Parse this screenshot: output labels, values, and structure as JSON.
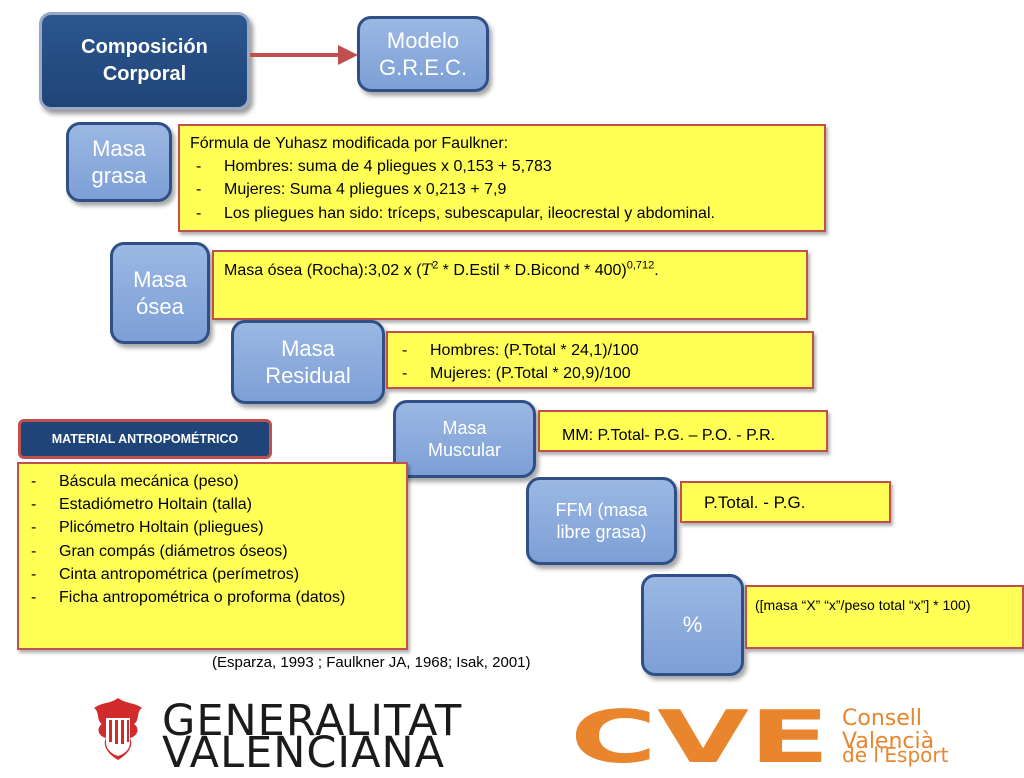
{
  "boxes": {
    "composicion": "Composición\nCorporal",
    "modelo": "Modelo\nG.R.E.C.",
    "masa_grasa": "Masa\ngrasa",
    "masa_osea": "Masa\nósea",
    "masa_residual": "Masa\nResidual",
    "masa_muscular": "Masa\nMuscular",
    "ffm": "FFM (masa\nlibre grasa)",
    "porcentaje": "%"
  },
  "grasa_panel": {
    "title": "Fórmula de Yuhasz modificada por Faulkner:",
    "items": [
      "Hombres: suma de 4 pliegues x 0,153 + 5,783",
      "Mujeres: Suma 4 pliegues x 0,213 + 7,9",
      "Los pliegues han sido: tríceps, subescapular, ileocrestal y abdominal."
    ]
  },
  "osea_panel": {
    "prefix": "Masa ósea (Rocha):3,02 x (",
    "var": "T",
    "exp1": "2",
    "middle": " * D.Estil * D.Bicond * 400)",
    "exp2": "0,712",
    "suffix": "."
  },
  "residual_panel": {
    "items": [
      "Hombres: (P.Total * 24,1)/100",
      "Mujeres: (P.Total * 20,9)/100"
    ]
  },
  "muscular_panel": "MM: P.Total- P.G. – P.O. - P.R.",
  "ffm_panel": "P.Total. - P.G.",
  "porcentaje_panel": "([masa “X” “x”/peso total “x”] * 100)",
  "material": {
    "title": "MATERIAL ANTROPOMÉTRICO",
    "items": [
      "Báscula mecánica (peso)",
      "Estadiómetro Holtain (talla)",
      "Plicómetro Holtain (pliegues)",
      "Gran compás (diámetros óseos)",
      "Cinta antropométrica (perímetros)",
      "Ficha antropométrica o proforma (datos)"
    ]
  },
  "reference": "(Esparza, 1993 ; Faulkner JA, 1968; Isak, 2001)",
  "logos": {
    "gv_line1": "GENERALITAT",
    "gv_line2": "VALENCIANA",
    "cve_line1": "Consell",
    "cve_line2": "Valencià",
    "cve_line3": "de l'Esport",
    "cve_mark": "CVE"
  },
  "colors": {
    "dark_blue": "#1f4478",
    "light_blue": "#8aa9dc",
    "yellow": "#ffff55",
    "red_border": "#c0504d",
    "arrow": "#c0504d",
    "cve_orange": "#e8852d"
  }
}
